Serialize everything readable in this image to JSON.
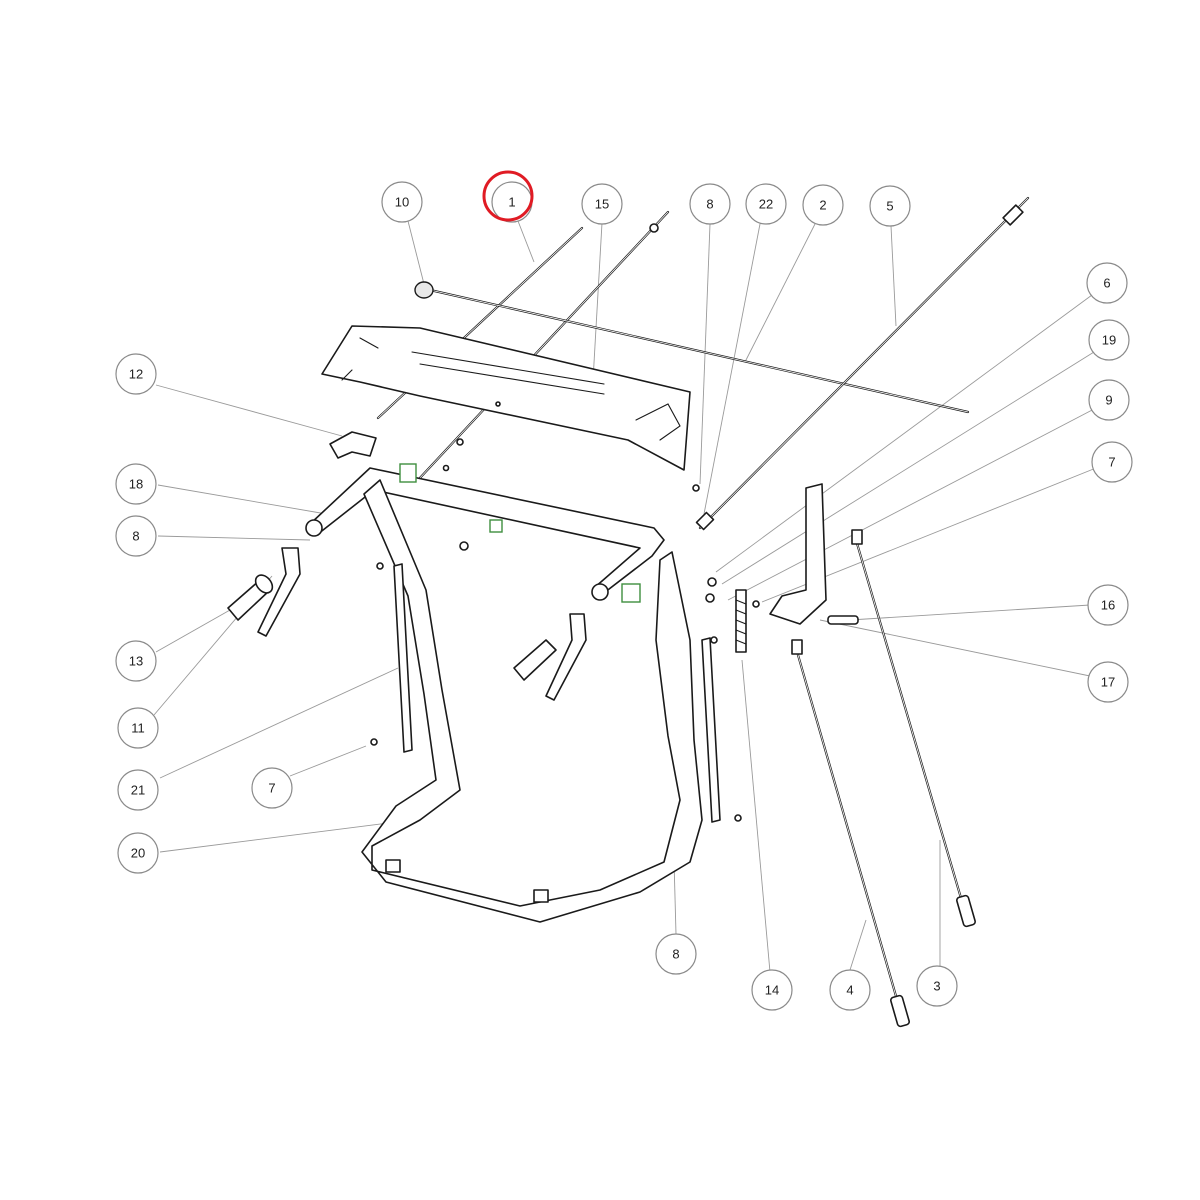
{
  "callouts": [
    {
      "label": "10"
    },
    {
      "label": "1"
    },
    {
      "label": "15"
    },
    {
      "label": "8"
    },
    {
      "label": "22"
    },
    {
      "label": "2"
    },
    {
      "label": "5"
    },
    {
      "label": "6"
    },
    {
      "label": "19"
    },
    {
      "label": "9"
    },
    {
      "label": "7"
    },
    {
      "label": "16"
    },
    {
      "label": "17"
    },
    {
      "label": "12"
    },
    {
      "label": "18"
    },
    {
      "label": "8"
    },
    {
      "label": "13"
    },
    {
      "label": "11"
    },
    {
      "label": "21"
    },
    {
      "label": "7"
    },
    {
      "label": "20"
    },
    {
      "label": "8"
    },
    {
      "label": "14"
    },
    {
      "label": "4"
    },
    {
      "label": "3"
    }
  ],
  "highlighted_callout": "1",
  "colors": {
    "highlight": "#e01b24",
    "green_parts": "#3f8f3f",
    "line": "#1a1a1a"
  }
}
